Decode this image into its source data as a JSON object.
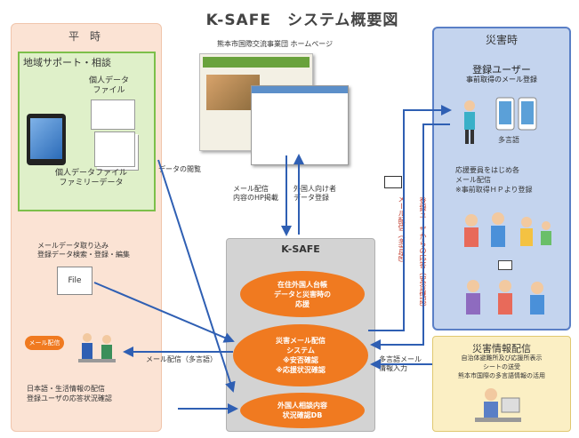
{
  "title": "K-SAFE　システム概要図",
  "normal": {
    "header": "平　時",
    "community": {
      "title": "地域サポート・相談",
      "personal_file": "個人データ\nファイル",
      "family_file": "個人データファイル\nファミリーデータ"
    },
    "mail_data": "メールデータ取り込み\n登録データ検索・登録・編集",
    "file_label": "File",
    "mail_badge": "メール配信",
    "support_text": "日本語・生活情報の配信\n登録ユーザの応答状況確認"
  },
  "homepage": {
    "caption": "熊本市国際交流事業団 ホームページ"
  },
  "labels": {
    "data_link": "データの閲覧",
    "mail_send_hp": "メール配信\n内容のHP掲載",
    "foreigner_data": "外国人向け者\nデータ登録",
    "mail_send_lang": "メール配信（多言語）",
    "multi_mail": "多言語メール\n情報入力",
    "mail_vertical": "メール配信（多言語）",
    "reply_vertical": "登録ユーザからの応答（安否確認）"
  },
  "ksafe": {
    "title": "K-SAFE",
    "pill1": "在住外国人台帳\nデータと災害時の\n応援",
    "pill2": "災害メール配信\nシステム\n※安否確認\n※応援状況確認",
    "pill3": "外国人相談内容\n状況確認DB"
  },
  "disaster": {
    "header": "災害時",
    "user_title": "登録ユーザー",
    "user_sub": "事前取得のメール登録",
    "multilang": "多言語",
    "evac": "応援要員をはじめ各\nメール配信\n※事前取得ＨＰより登録"
  },
  "info": {
    "title": "災害情報配信",
    "body": "自治体避難所及び応援所表示\nシートの送受\n熊本市国際の多言語情報の活用"
  },
  "colors": {
    "orange": "#f07a20",
    "arrow_blue": "#2f5fb3",
    "normal_bg": "#fbe3d4",
    "community_bg": "#dff0c9",
    "disaster_bg": "#c4d4ee",
    "ksafe_bg": "#d3d3d3",
    "info_bg": "#fbefc4"
  }
}
